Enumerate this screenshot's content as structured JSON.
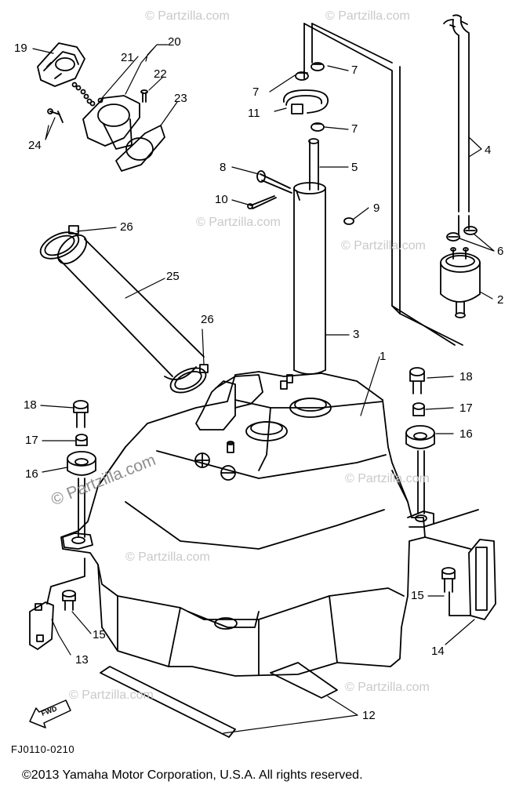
{
  "diagram": {
    "watermark": "© Partzilla.com",
    "code": "FJ0110-0210",
    "copyright": "©2013 Yamaha Motor Corporation, U.S.A. All rights reserved.",
    "direction_label": "FWD",
    "callouts": [
      "19",
      "20",
      "21",
      "22",
      "23",
      "24",
      "26",
      "25",
      "26",
      "18",
      "17",
      "16",
      "13",
      "15",
      "7",
      "7",
      "7",
      "11",
      "7",
      "8",
      "5",
      "10",
      "9",
      "3",
      "1",
      "4",
      "6",
      "2",
      "18",
      "17",
      "16",
      "15",
      "14",
      "12"
    ]
  }
}
